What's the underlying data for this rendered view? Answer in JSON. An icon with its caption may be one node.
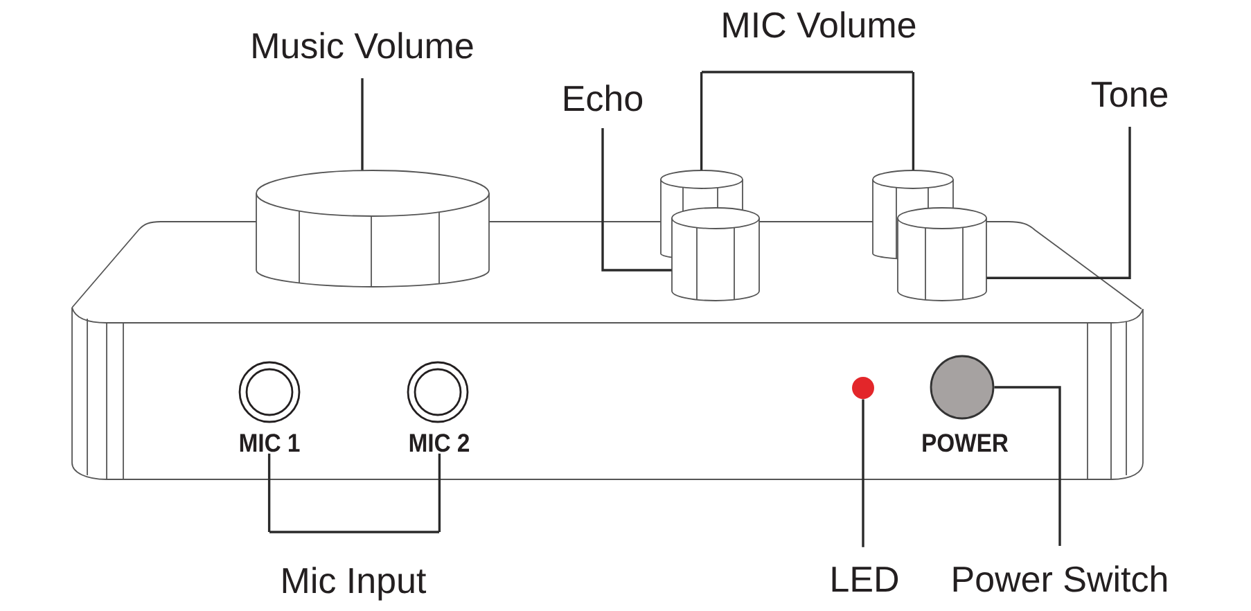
{
  "diagram": {
    "nodes": [
      {
        "text": [
          "Music Volume"
        ]
      },
      {
        "text": [
          "MIC Volume"
        ]
      },
      {
        "text": [
          "Echo"
        ]
      },
      {
        "text": [
          "Tone"
        ]
      },
      {
        "text": [],
        "shape": "cylinder"
      },
      {
        "text": [],
        "shape": "cylinder"
      },
      {
        "text": [],
        "shape": "cylinder"
      },
      {
        "text": [],
        "shape": "cylinder"
      },
      {
        "text": [],
        "shape": "cylinder"
      },
      {
        "text": [
          "MIC 1"
        ]
      },
      {
        "text": [
          "MIC 2"
        ]
      },
      {
        "text": [],
        "shape": "circle"
      },
      {
        "text": [],
        "shape": "circle",
        "beside": [
          "POWER"
        ]
      },
      {
        "text": [
          "Mic Input"
        ]
      },
      {
        "text": [
          "LED"
        ]
      },
      {
        "text": [
          "Power Switch"
        ]
      }
    ],
    "edges": [
      {
        "from": 0,
        "to": 4,
        "arrow": "none"
      },
      {
        "from": 1,
        "to": 5,
        "arrow": "none"
      },
      {
        "from": 1,
        "to": 6,
        "arrow": "none"
      },
      {
        "from": 2,
        "to": 7,
        "arrow": "none"
      },
      {
        "from": 3,
        "to": 8,
        "arrow": "none"
      },
      {
        "from": 13,
        "to": 9,
        "arrow": "none"
      },
      {
        "from": 13,
        "to": 10,
        "arrow": "none"
      },
      {
        "from": 14,
        "to": 11,
        "arrow": "none"
      },
      {
        "from": 15,
        "to": 12,
        "arrow": "none"
      }
    ]
  }
}
